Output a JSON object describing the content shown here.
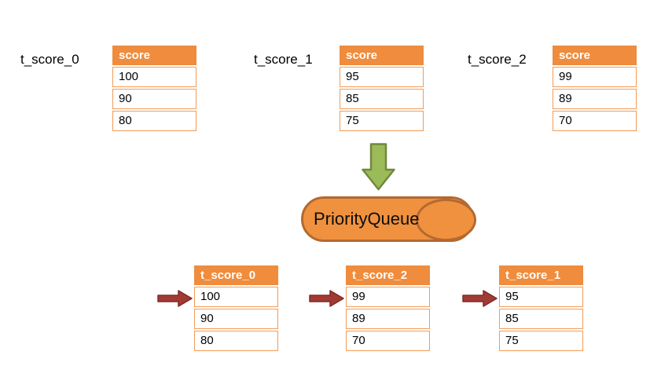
{
  "colors": {
    "table_header_bg": "#EF8C3D",
    "table_border": "#F29B57",
    "queue_fill": "#F0913F",
    "queue_border": "#B4692F",
    "green_arrow_fill": "#9BBB59",
    "green_arrow_border": "#71883D",
    "red_arrow_fill": "#A23A34",
    "red_arrow_border": "#7E2B26"
  },
  "top_tables": [
    {
      "label": "t_score_0",
      "header": "score",
      "rows": [
        "100",
        "90",
        "80"
      ]
    },
    {
      "label": "t_score_1",
      "header": "score",
      "rows": [
        "95",
        "85",
        "75"
      ]
    },
    {
      "label": "t_score_2",
      "header": "score",
      "rows": [
        "99",
        "89",
        "70"
      ]
    }
  ],
  "queue": {
    "label": "PriorityQueue"
  },
  "bottom_tables": [
    {
      "header": "t_score_0",
      "rows": [
        "100",
        "90",
        "80"
      ]
    },
    {
      "header": "t_score_2",
      "rows": [
        "99",
        "89",
        "70"
      ]
    },
    {
      "header": "t_score_1",
      "rows": [
        "95",
        "85",
        "75"
      ]
    }
  ]
}
